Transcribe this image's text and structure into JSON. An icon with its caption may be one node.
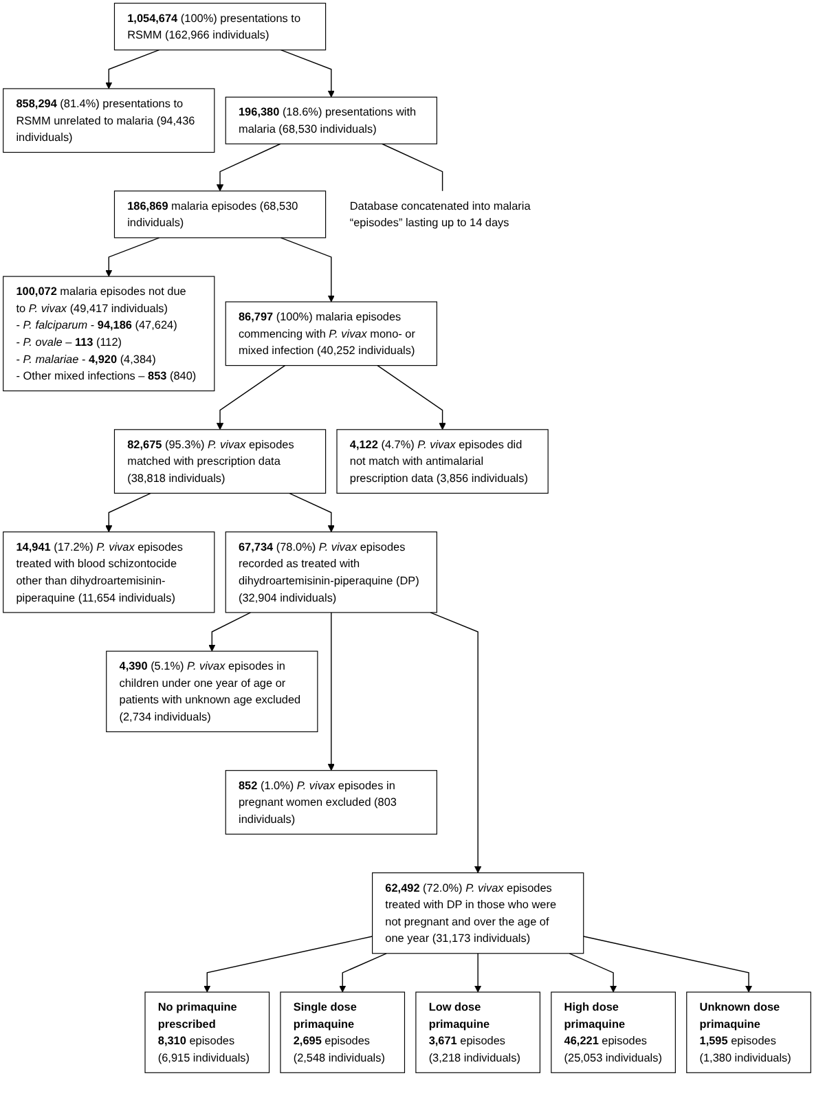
{
  "diagram": {
    "nodes": [
      {
        "text": [
          "**1,054,674** (100%) presentations to RSMM (162,966 individuals)"
        ]
      },
      {
        "text": [
          "**858,294** (81.4%) presentations to RSMM unrelated to malaria (94,436 individuals)"
        ]
      },
      {
        "text": [
          "**196,380** (18.6%) presentations with malaria (68,530 individuals)"
        ]
      },
      {
        "text": [
          "Database concatenated into malaria “episodes” lasting up to 14 days"
        ]
      },
      {
        "text": [
          "**186,869** malaria episodes (68,530 individuals)"
        ]
      },
      {
        "text": [
          "**100,072** malaria episodes not due to *P. vivax* (49,417 individuals)",
          "- *P. falciparum* - **94,186** (47,624)",
          "- *P. ovale* – **113** (112)",
          "- *P. malariae* - **4,920** (4,384)",
          "- Other mixed infections – **853** (840)"
        ]
      },
      {
        "text": [
          "**86,797** (100%) malaria episodes commencing with *P. vivax* mono- or mixed infection (40,252 individuals)"
        ]
      },
      {
        "text": [
          "**82,675** (95.3%) *P. vivax* episodes matched with prescription data (38,818 individuals)"
        ]
      },
      {
        "text": [
          "**4,122** (4.7%) *P. vivax* episodes did not match with antimalarial prescription data (3,856 individuals)"
        ]
      },
      {
        "text": [
          "**67,734** (78.0%) *P. vivax* episodes recorded as treated with dihydroartemisinin-piperaquine (DP) (32,904 individuals)"
        ]
      },
      {
        "text": [
          "**14,941** (17.2%) *P. vivax* episodes treated with blood schizontocide other than dihydroartemisinin-piperaquine (11,654 individuals)"
        ]
      },
      {
        "text": [
          "**4,390** (5.1%) *P. vivax* episodes in children under one year of age or patients with unknown age excluded (2,734 individuals)"
        ]
      },
      {
        "text": [
          "**852** (1.0%) *P. vivax* episodes in pregnant women excluded (803 individuals)"
        ]
      },
      {
        "text": [
          "**62,492** (72.0%) *P. vivax* episodes treated with DP in those who were not pregnant and over the age of one year (31,173 individuals)"
        ]
      },
      {
        "text": [
          "No primaquine prescribed",
          "**8,310** episodes (6,915 individuals)"
        ]
      },
      {
        "text": [
          "Single dose primaquine",
          "**2,695** episodes (2,548 individuals)"
        ]
      },
      {
        "text": [
          "Low dose primaquine",
          "**3,671** episodes (3,218 individuals)"
        ]
      },
      {
        "text": [
          "High dose primaquine",
          "**46,221** episodes (25,053 individuals)"
        ]
      },
      {
        "text": [
          "Unknown dose primaquine",
          "**1,595** episodes (1,380 individuals)"
        ]
      }
    ],
    "edges": [
      {
        "from": 0,
        "to": 2,
        "arrow": "to"
      },
      {
        "from": 0,
        "to": 1,
        "arrow": "to"
      },
      {
        "from": 2,
        "to": 4,
        "arrow": "to"
      },
      {
        "from": 2,
        "to": 3,
        "arrow": "none"
      },
      {
        "from": 4,
        "to": 6,
        "arrow": "to"
      },
      {
        "from": 4,
        "to": 5,
        "arrow": "to"
      },
      {
        "from": 6,
        "to": 7,
        "arrow": "to"
      },
      {
        "from": 6,
        "to": 8,
        "arrow": "to"
      },
      {
        "from": 7,
        "to": 9,
        "arrow": "to"
      },
      {
        "from": 7,
        "to": 10,
        "arrow": "to"
      },
      {
        "from": 9,
        "to": 13,
        "arrow": "to"
      },
      {
        "from": 9,
        "to": 11,
        "arrow": "to"
      },
      {
        "from": 9,
        "to": 12,
        "arrow": "to"
      },
      {
        "from": 13,
        "to": 14,
        "arrow": "to"
      },
      {
        "from": 13,
        "to": 15,
        "arrow": "to"
      },
      {
        "from": 13,
        "to": 16,
        "arrow": "to"
      },
      {
        "from": 13,
        "to": 17,
        "arrow": "to"
      },
      {
        "from": 13,
        "to": 18,
        "arrow": "to"
      }
    ]
  }
}
